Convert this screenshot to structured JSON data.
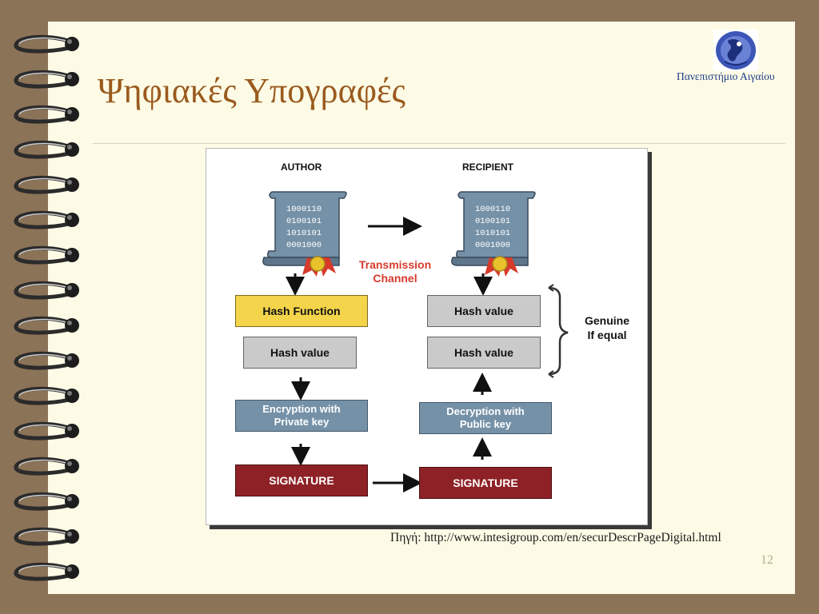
{
  "slide": {
    "title": "Ψηφιακές Υπογραφές",
    "institution": "Πανεπιστήμιο Αιγαίου",
    "source": "Πηγή: http://www.intesigroup.com/en/securDescrPageDigital.html",
    "page_number": "12"
  },
  "diagram": {
    "author_header": "AUTHOR",
    "recipient_header": "RECIPIENT",
    "document_bits": [
      "1000110",
      "0100101",
      "1010101",
      "0001000"
    ],
    "transmission_channel": [
      "Transmission",
      "Channel"
    ],
    "author_steps": {
      "hash_function": "Hash Function",
      "hash_value": "Hash value",
      "encryption": [
        "Encryption with",
        "Private key"
      ],
      "signature": "SIGNATURE"
    },
    "recipient_steps": {
      "hash_value_top": "Hash value",
      "hash_value_bottom": "Hash value",
      "decryption": [
        "Decryption with",
        "Public key"
      ],
      "signature": "SIGNATURE"
    },
    "comparison": [
      "Genuine",
      "If equal"
    ]
  },
  "colors": {
    "title": "#9a5a1e",
    "hash_function": "#f3d44a",
    "hash_value": "#cacaca",
    "crypto_step": "#7591a7",
    "signature": "#8e2126",
    "transmission_label": "#d83a2c",
    "scroll": "#7591a7"
  }
}
